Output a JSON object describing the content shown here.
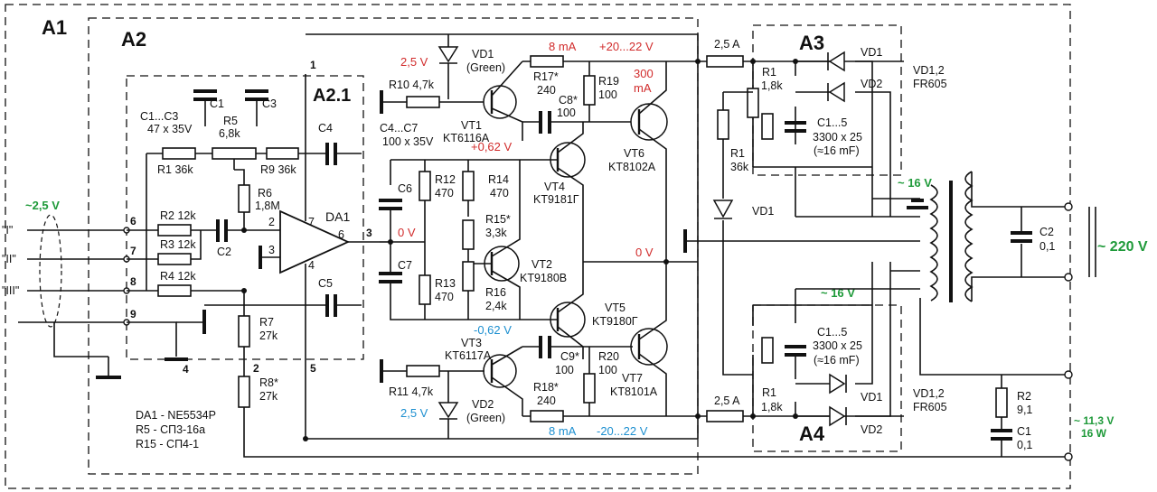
{
  "blocks": {
    "a1": "A1",
    "a2": "A2",
    "a21": "A2.1",
    "a3": "A3",
    "a4": "A4"
  },
  "inputs": {
    "ch1": "\"I\"",
    "ch2": "\"II\"",
    "ch3": "\"III\"",
    "v_in": "~2,5 V"
  },
  "pins": {
    "p1": "1",
    "p2": "2",
    "p3": "3",
    "p4": "4",
    "p5": "5",
    "p6": "6",
    "p7": "7",
    "p8": "8",
    "p9": "9",
    "da_2": "2",
    "da_3": "3",
    "da_4": "4",
    "da_6": "6",
    "da_7": "7"
  },
  "parts": {
    "c1": "C1",
    "c3": "C3",
    "c1c3": "C1...C3",
    "c1c3v": "47 x 35V",
    "r5": "R5",
    "r5v": "6,8k",
    "r1": "R1 36k",
    "r9": "R9 36k",
    "r6": "R6",
    "r6v": "1,8M",
    "r2": "R2 12k",
    "r3": "R3 12k",
    "r4": "R4 12k",
    "c2": "C2",
    "da1": "DA1",
    "r7": "R7",
    "r7v": "27k",
    "r8": "R8*",
    "r8v": "27k",
    "c4": "C4",
    "c5": "C5",
    "c4c7": "C4...C7",
    "c4c7v": "100 x 35V",
    "c6": "C6",
    "c7": "C7",
    "r12": "R12",
    "r12v": "470",
    "r13": "R13",
    "r13v": "470",
    "r14": "R14",
    "r14v": "470",
    "r15": "R15*",
    "r15v": "3,3k",
    "r16": "R16",
    "r16v": "2,4k",
    "vd1": "VD1",
    "vd1g": "(Green)",
    "vd2": "VD2",
    "vd2g": "(Green)",
    "r10": "R10 4,7k",
    "r11": "R11 4,7k",
    "vt1": "VT1",
    "vt1t": "KT6116A",
    "vt3": "VT3",
    "vt3t": "KT6117A",
    "r17": "R17*",
    "r17v": "240",
    "r18": "R18*",
    "r18v": "240",
    "c8": "C8*",
    "c8v": "100",
    "c9": "C9*",
    "c9v": "100",
    "r19": "R19",
    "r19v": "100",
    "r20": "R20",
    "r20v": "100",
    "vt4": "VT4",
    "vt4t": "KT9181Г",
    "vt2": "VT2",
    "vt2t": "KT9180B",
    "vt5": "VT5",
    "vt5t": "KT9180Г",
    "vt6": "VT6",
    "vt6t": "KT8102A",
    "vt7": "VT7",
    "vt7t": "KT8101A",
    "fuse_top": "2,5 A",
    "fuse_bot": "2,5 A",
    "a3_r1": "R1",
    "a3_r1v": "1,8k",
    "a3_c": "C1...5",
    "a3_cv": "3300 x 25",
    "a3_cm": "(≈16 mF)",
    "a3_vd1": "VD1",
    "a3_vd2": "VD2",
    "a3_diodes": "VD1,2",
    "a3_diodet": "FR605",
    "mid_r1": "R1",
    "mid_r1v": "36k",
    "mid_vd1": "VD1",
    "a4_r1": "R1",
    "a4_r1v": "1,8k",
    "a4_c": "C1...5",
    "a4_cv": "3300 x 25",
    "a4_cm": "(≈16 mF)",
    "a4_vd1": "VD1",
    "a4_vd2": "VD2",
    "a4_diodes": "VD1,2",
    "a4_diodet": "FR605",
    "tc2": "C2",
    "tc2v": "0,1",
    "tr2": "R2",
    "tr2v": "9,1",
    "tc1": "C1",
    "tc1v": "0,1"
  },
  "notes": {
    "n1": "DA1 - NE5534P",
    "n2": "R5 - СП3-16а",
    "n3": "R15 - СП4-1"
  },
  "voltages": {
    "v_led_top": "2,5 V",
    "i_top": "8 mA",
    "v_rail_pos": "+20...22 V",
    "i_q": "300",
    "i_q_u": "mA",
    "v_pos062": "+0,62 V",
    "v_0in": "0 V",
    "v_0out": "0 V",
    "v_neg062": "-0,62 V",
    "v_led_bot": "2,5 V",
    "i_bot": "8 mA",
    "v_rail_neg": "-20...22 V",
    "v_16_top": "~ 16 V",
    "v_16_bot": "~ 16 V",
    "v_220": "~ 220 V",
    "v_aux": "~ 11,3 V",
    "p_aux": "16 W"
  },
  "colors": {
    "red": "#d12b2b",
    "blue": "#1c8fd0",
    "green": "#1f9a3a",
    "ink": "#111111"
  }
}
